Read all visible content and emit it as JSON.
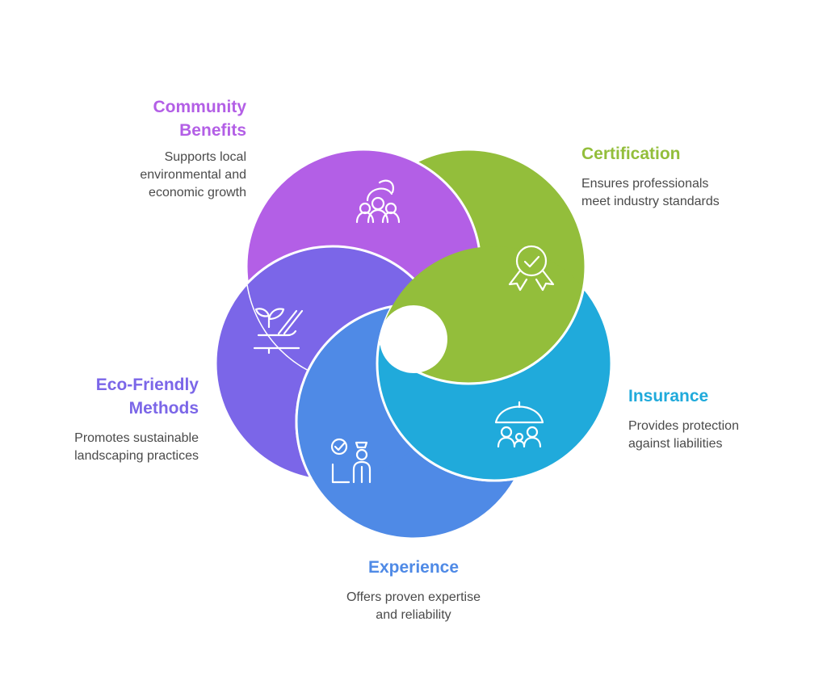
{
  "colors": {
    "community": "#B35FE6",
    "certification": "#93BE3B",
    "insurance": "#20AADB",
    "experience": "#4F8AE6",
    "eco": "#7B66E8",
    "description": "#4a4a4a",
    "icon_stroke": "#ffffff"
  },
  "segments": [
    {
      "id": "community",
      "title": [
        "Community",
        "Benefits"
      ],
      "description": [
        "Supports local",
        "environmental and",
        "economic growth"
      ],
      "icon": "community-people-icon"
    },
    {
      "id": "certification",
      "title": [
        "Certification"
      ],
      "description": [
        "Ensures professionals",
        "meet industry standards"
      ],
      "icon": "award-badge-icon"
    },
    {
      "id": "insurance",
      "title": [
        "Insurance"
      ],
      "description": [
        "Provides protection",
        "against liabilities"
      ],
      "icon": "umbrella-family-icon"
    },
    {
      "id": "experience",
      "title": [
        "Experience"
      ],
      "description": [
        "Offers proven expertise",
        "and reliability"
      ],
      "icon": "expert-checklist-icon"
    },
    {
      "id": "eco",
      "title": [
        "Eco-Friendly",
        "Methods"
      ],
      "description": [
        "Promotes sustainable",
        "landscaping practices"
      ],
      "icon": "plant-hand-icon"
    }
  ]
}
